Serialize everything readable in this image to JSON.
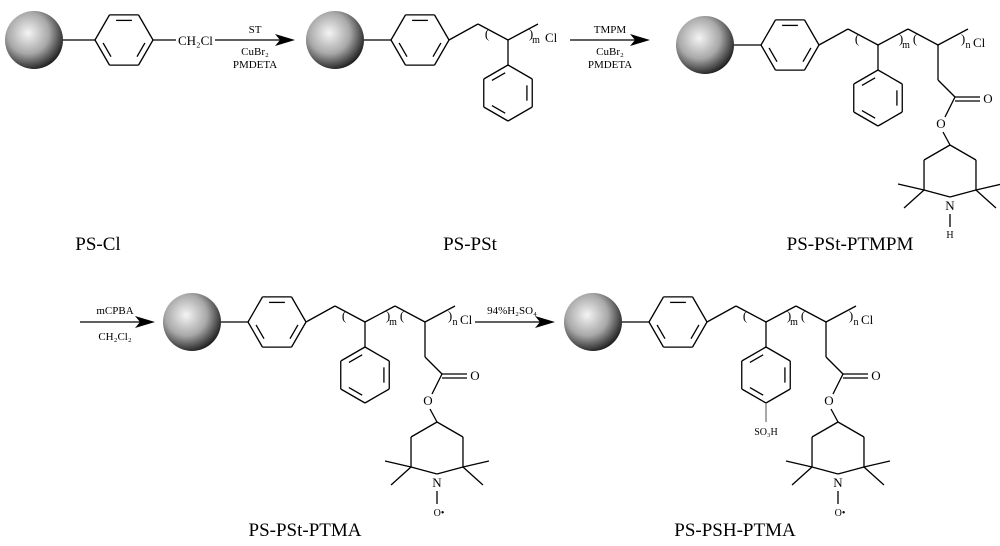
{
  "compounds": {
    "c1": "PS-Cl",
    "c2": "PS-PSt",
    "c3": "PS-PSt-PTMPM",
    "c4": "PS-PSt-PTMA",
    "c5": "PS-PSH-PTMA"
  },
  "start_group": "CH₂Cl",
  "steps": [
    {
      "above": "ST",
      "below1": "CuBr₂",
      "below2": "PMDETA"
    },
    {
      "above": "TMPM",
      "below1": "CuBr₂",
      "below2": "PMDETA"
    },
    {
      "above": "mCPBA",
      "below1": "CH₂Cl₂",
      "below2": ""
    },
    {
      "above": "94%H₂SO₄",
      "below1": "",
      "below2": ""
    }
  ],
  "atoms": {
    "chlorine": "Cl",
    "oxygen": "O",
    "nitrogen": "N",
    "hydrogen": "H",
    "radical_oxygen": "O•",
    "sulfonic": "SO₃H",
    "sub_m": "m",
    "sub_n": "n",
    "paren_open": "(",
    "paren_close": ")"
  },
  "colors": {
    "sulfonic": "#7a7a7a",
    "bond": "#000000"
  }
}
